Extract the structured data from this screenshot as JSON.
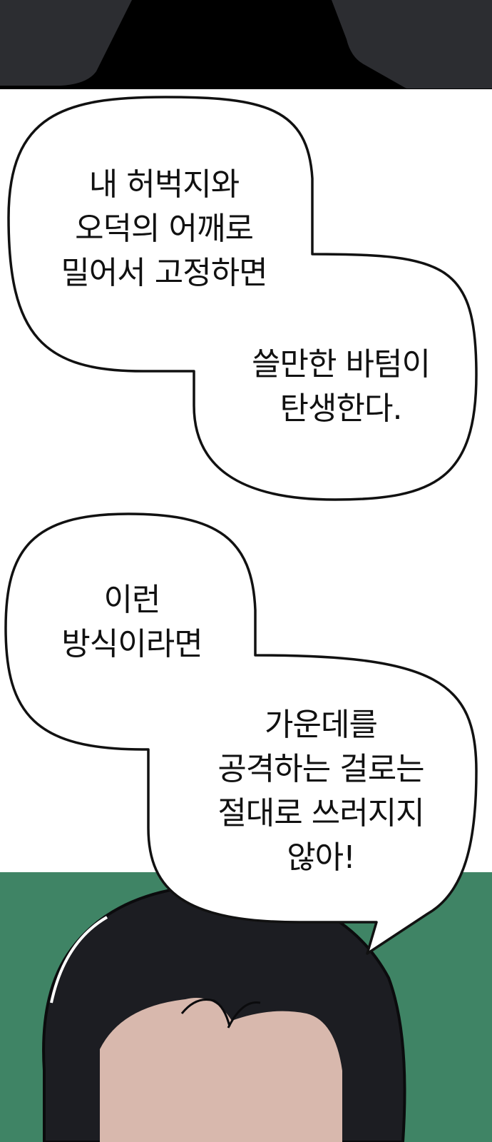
{
  "colors": {
    "page_bg": "#ffffff",
    "top_panel_bg": "#000000",
    "top_panel_shapes": "#2c2d31",
    "bottom_panel_bg": "#3f8465",
    "hair": "#1c1d22",
    "skin": "#d8b8ad",
    "bubble_fill": "#ffffff",
    "bubble_stroke": "#111111",
    "text": "#111111"
  },
  "bubble1": {
    "part1": {
      "line1": "내 허벅지와",
      "line2": "오덕의 어깨로",
      "line3": "밀어서 고정하면"
    },
    "part2": {
      "line1": "쓸만한 바텀이",
      "line2": "탄생한다."
    }
  },
  "bubble2": {
    "part1": {
      "line1": "이런",
      "line2": "방식이라면"
    },
    "part2": {
      "line1": "가운데를",
      "line2": "공격하는 걸로는",
      "line3": "절대로 쓰러지지",
      "line4": "않아!"
    }
  }
}
